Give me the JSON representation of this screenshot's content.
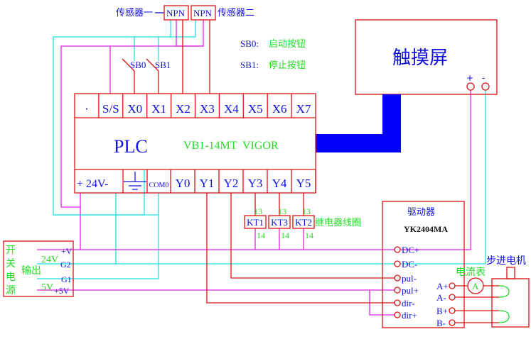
{
  "colors": {
    "red": "#e01010",
    "magenta": "#e020e0",
    "cyan": "#20e0e0",
    "blue": "#1010e0",
    "green": "#22dd22",
    "bus": "#0000ff"
  },
  "sensors": {
    "sensor1_label": "传感器一",
    "sensor1_type": "NPN",
    "sensor2_type": "NPN",
    "sensor2_label": "传感器二"
  },
  "legend": {
    "sb0_key": "SB0:",
    "sb0_desc": "启动按钮",
    "sb1_key": "SB1:",
    "sb1_desc": "停止按钮"
  },
  "switches": {
    "sb0": "SB0",
    "sb1": "SB1"
  },
  "touchscreen": {
    "title": "触摸屏",
    "plus": "+",
    "minus": "-"
  },
  "plc": {
    "name": "PLC",
    "model": "VB1-14MT  VIGOR",
    "top_terminals": [
      "·",
      "S/S",
      "X0",
      "X1",
      "X2",
      "X3",
      "X4",
      "X5",
      "X6",
      "X7"
    ],
    "bottom_power": "+ 24V-",
    "bottom_terminals": [
      "COM0",
      "Y0",
      "Y1",
      "Y2",
      "Y3",
      "Y4",
      "Y5"
    ]
  },
  "relays": {
    "items": [
      "KT1",
      "KT3",
      "KT2"
    ],
    "pin_top": "13",
    "pin_bottom": "14",
    "label": "继电器线圈"
  },
  "power_supply": {
    "label_chars": [
      "开",
      "关",
      "电",
      "源"
    ],
    "output_label": "输出",
    "v24": "24V",
    "v5": "5V",
    "terminals": [
      "+V",
      "G2",
      "G1",
      "+5V"
    ]
  },
  "driver": {
    "title": "驱动器",
    "model": "YK2404MA",
    "inputs": [
      "DC+",
      "DC-",
      "pul-",
      "pul+",
      "dir-",
      "dir+"
    ],
    "outputs": [
      "A+",
      "A-",
      "B+",
      "B-"
    ]
  },
  "ammeter": {
    "label": "电流表",
    "symbol": "A"
  },
  "motor": {
    "label": "步进电机"
  }
}
